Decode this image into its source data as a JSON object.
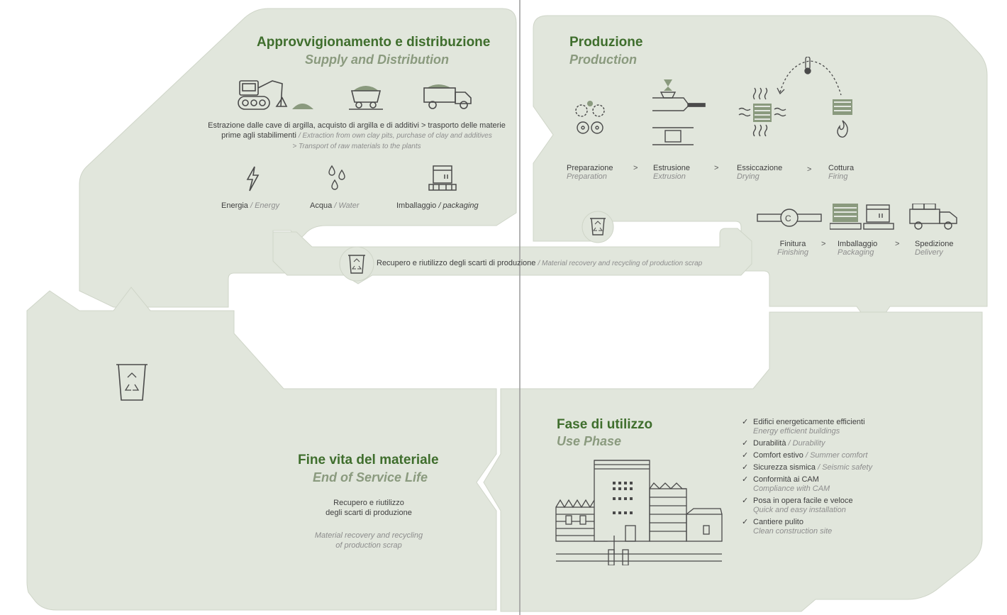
{
  "supply": {
    "title_it": "Approvvigionamento e distribuzione",
    "title_en": "Supply and Distribution",
    "desc_it_1": "Estrazione dalle cave di argilla, acquisto di argilla e di additivi > trasporto delle materie",
    "desc_it_2": "prime agli stabilimenti",
    "desc_en_1": "/ Extraction from own clay pits, purchase of clay and additives",
    "desc_en_2": "> Transport of raw materials to the plants",
    "energy_it": "Energia",
    "energy_en": "/ Energy",
    "water_it": "Acqua",
    "water_en": "/ Water",
    "pack_it": "Imballaggio",
    "pack_en": "/ packaging"
  },
  "recycle_band": {
    "text_it": "Recupero e riutilizzo degli scarti di produzione",
    "text_en": "/ Material recovery and recycling of production scrap"
  },
  "production": {
    "title_it": "Produzione",
    "title_en": "Production",
    "steps": [
      {
        "it": "Preparazione",
        "en": "Preparation"
      },
      {
        "it": "Estrusione",
        "en": "Extrusion"
      },
      {
        "it": "Essiccazione",
        "en": "Drying"
      },
      {
        "it": "Cottura",
        "en": "Firing"
      },
      {
        "it": "Finitura",
        "en": "Finishing"
      },
      {
        "it": "Imballaggio",
        "en": "Packaging"
      },
      {
        "it": "Spedizione",
        "en": "Delivery"
      }
    ],
    "separator": ">"
  },
  "use_phase": {
    "title_it": "Fase di utilizzo",
    "title_en": "Use Phase",
    "check_mark": "✓",
    "items": [
      {
        "it": "Edifici energeticamente efficienti",
        "en": "Energy efficient buildings"
      },
      {
        "it": "Durabilità",
        "en": "/ Durability"
      },
      {
        "it": "Comfort estivo",
        "en": "/ Summer comfort"
      },
      {
        "it": "Sicurezza sismica",
        "en": "/ Seismic safety"
      },
      {
        "it": "Conformità ai CAM",
        "en": "Compliance with CAM"
      },
      {
        "it": "Posa in opera facile e veloce",
        "en": "Quick and easy installation"
      },
      {
        "it": "Cantiere pulito",
        "en": "Clean construction site"
      }
    ]
  },
  "end_of_life": {
    "title_it": "Fine vita del materiale",
    "title_en": "End of  Service Life",
    "desc_it_1": "Recupero e riutilizzo",
    "desc_it_2": "degli scarti di produzione",
    "desc_en_1": "Material recovery and recycling",
    "desc_en_2": "of production scrap"
  },
  "colors": {
    "panel": "#e1e6dc",
    "panel_stroke": "#c9d0c2",
    "title_green": "#3f6e2d",
    "subtitle_grey": "#8a9a7e",
    "icon_stroke": "#4a4a4a",
    "divider": "#9a9a9a"
  }
}
